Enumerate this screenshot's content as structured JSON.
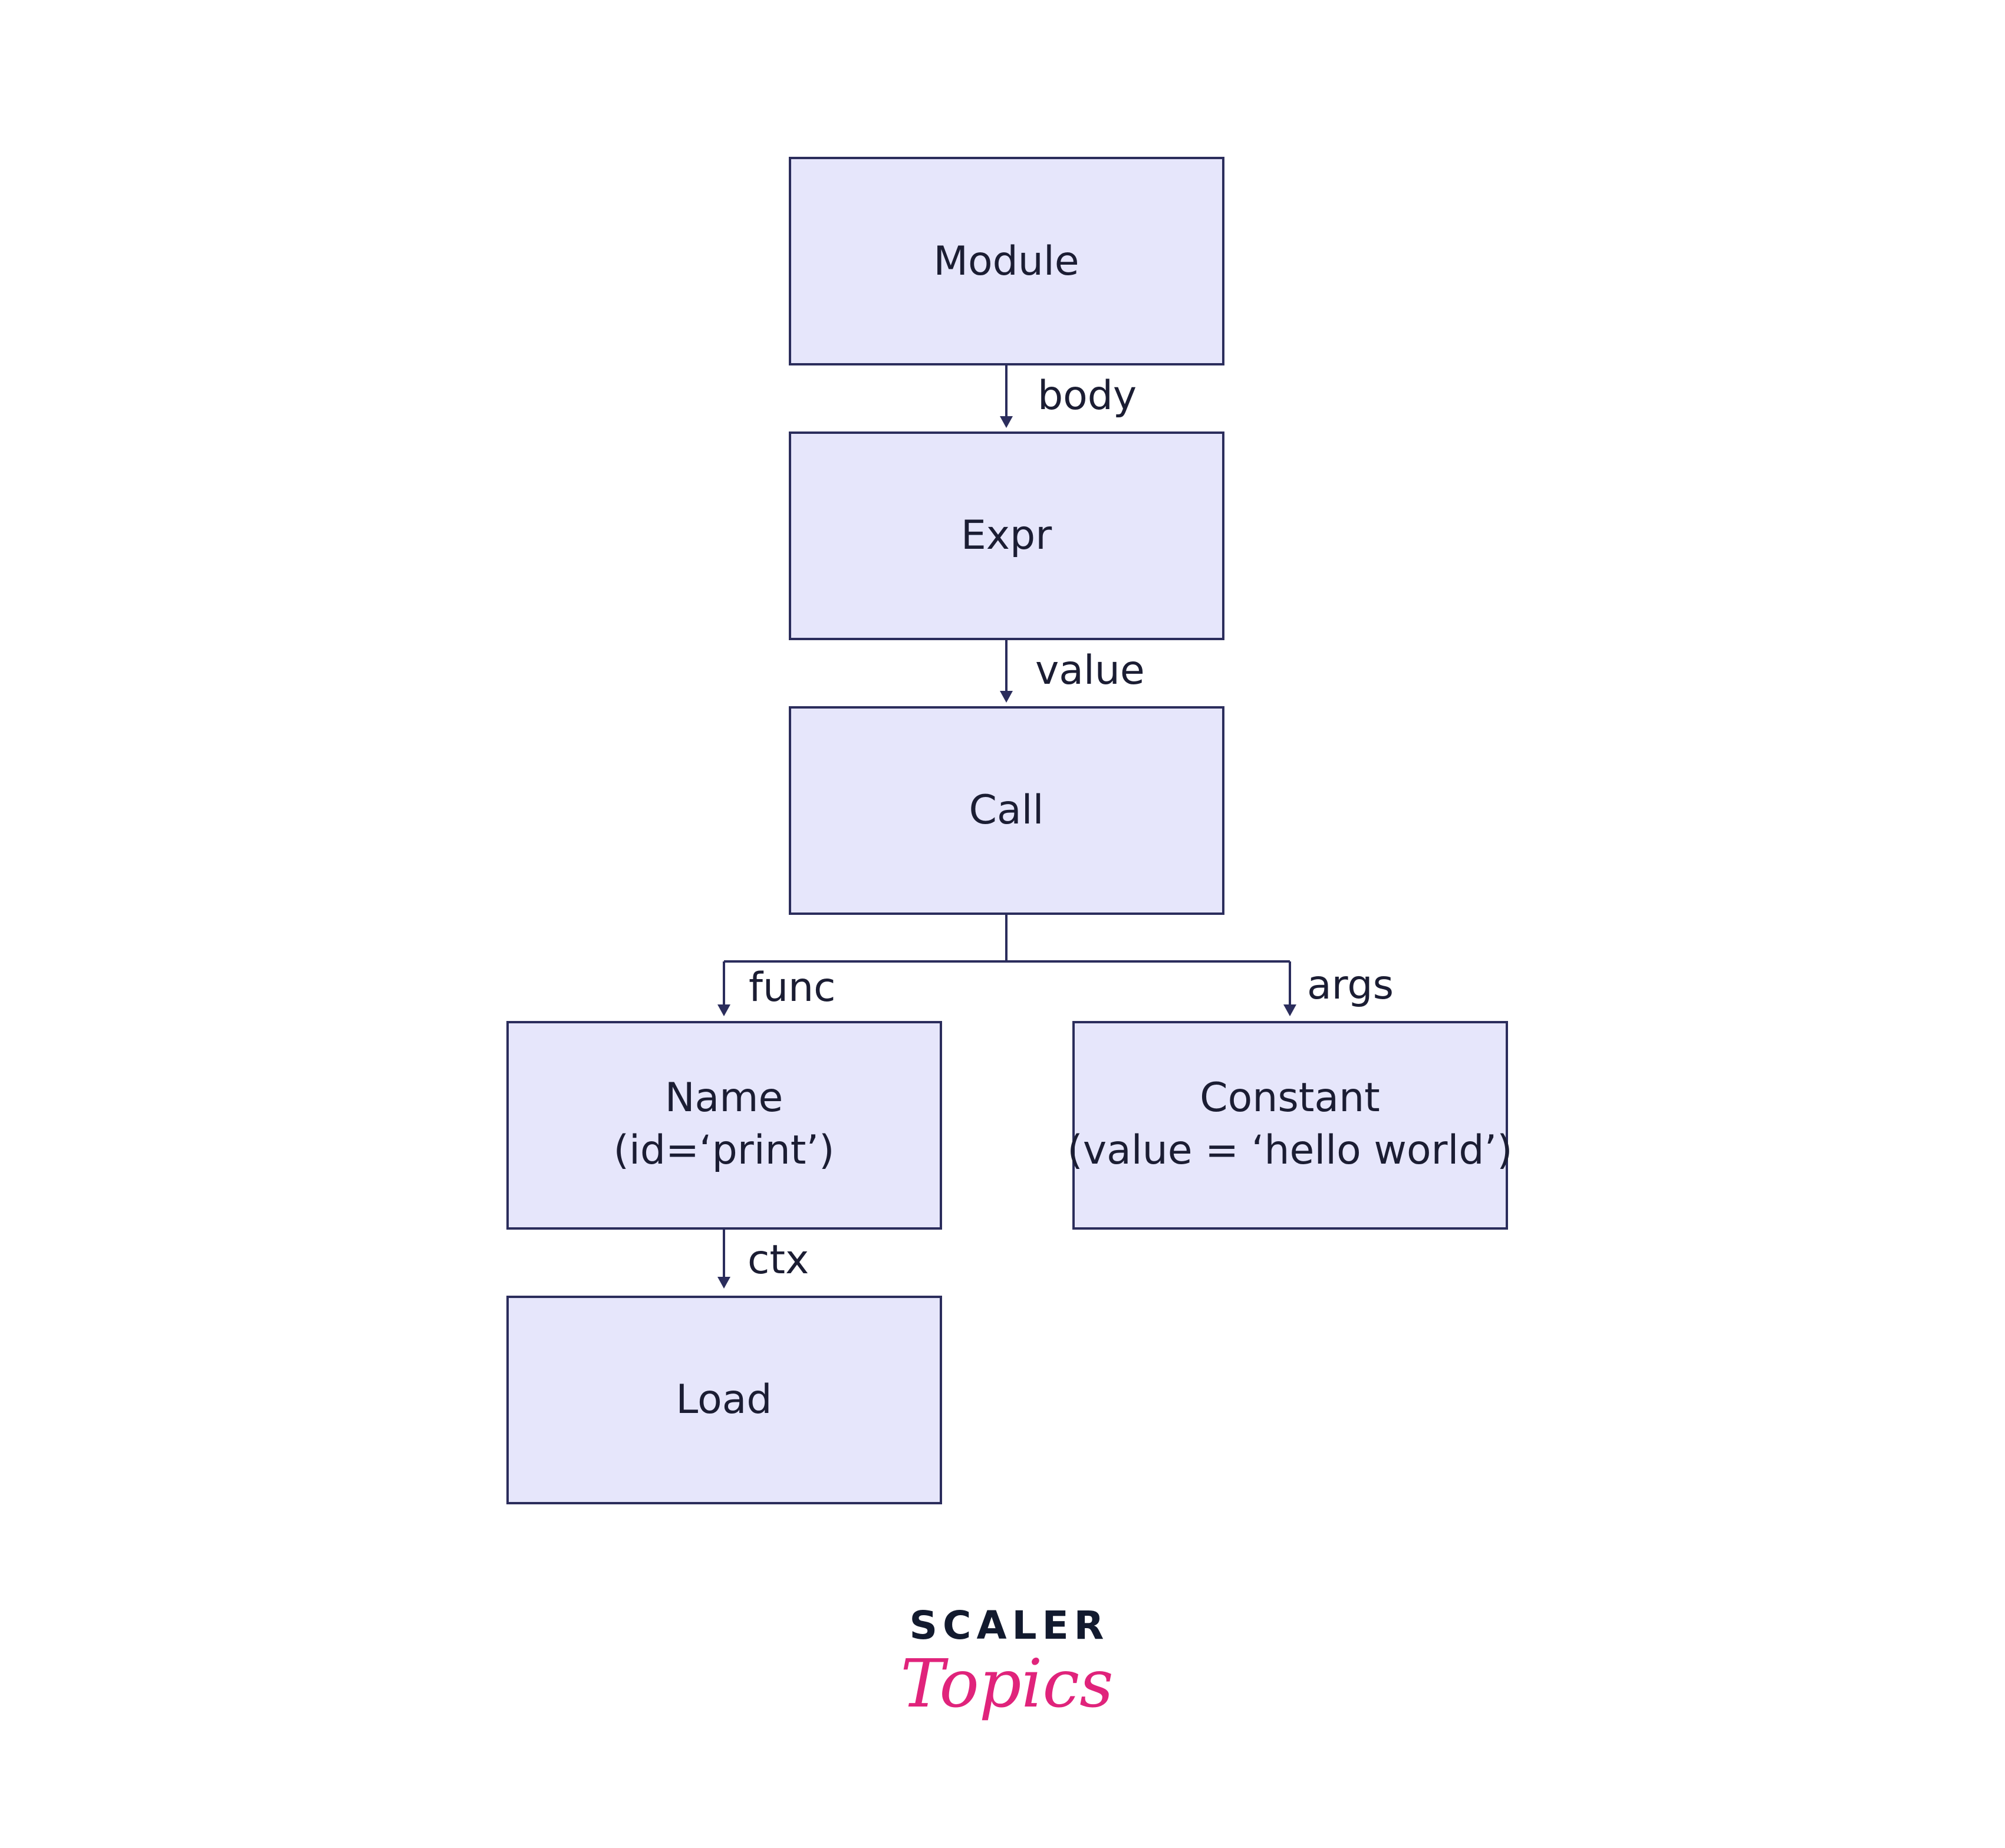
{
  "diagram": {
    "nodes": {
      "module": {
        "lines": [
          "Module"
        ]
      },
      "expr": {
        "lines": [
          "Expr"
        ]
      },
      "call": {
        "lines": [
          "Call"
        ]
      },
      "name": {
        "lines": [
          "Name",
          "(id=‘print’)"
        ]
      },
      "constant": {
        "lines": [
          "Constant",
          "(value = ‘hello world’)"
        ]
      },
      "load": {
        "lines": [
          "Load"
        ]
      }
    },
    "edges": {
      "module_expr": {
        "from": "Module",
        "to": "Expr",
        "label": "body"
      },
      "expr_call": {
        "from": "Expr",
        "to": "Call",
        "label": "value"
      },
      "call_name": {
        "from": "Call",
        "to": "Name",
        "label": "func"
      },
      "call_constant": {
        "from": "Call",
        "to": "Constant",
        "label": "args"
      },
      "name_load": {
        "from": "Name",
        "to": "Load",
        "label": "ctx"
      }
    },
    "colors": {
      "node_fill": "#e6e6fb",
      "stroke": "#2b2d5c",
      "text": "#1b1d33"
    }
  },
  "logo": {
    "line1": "SCALER",
    "line2": "Topics",
    "colors": {
      "scaler": "#121a2e",
      "topics": "#e0237b"
    }
  }
}
